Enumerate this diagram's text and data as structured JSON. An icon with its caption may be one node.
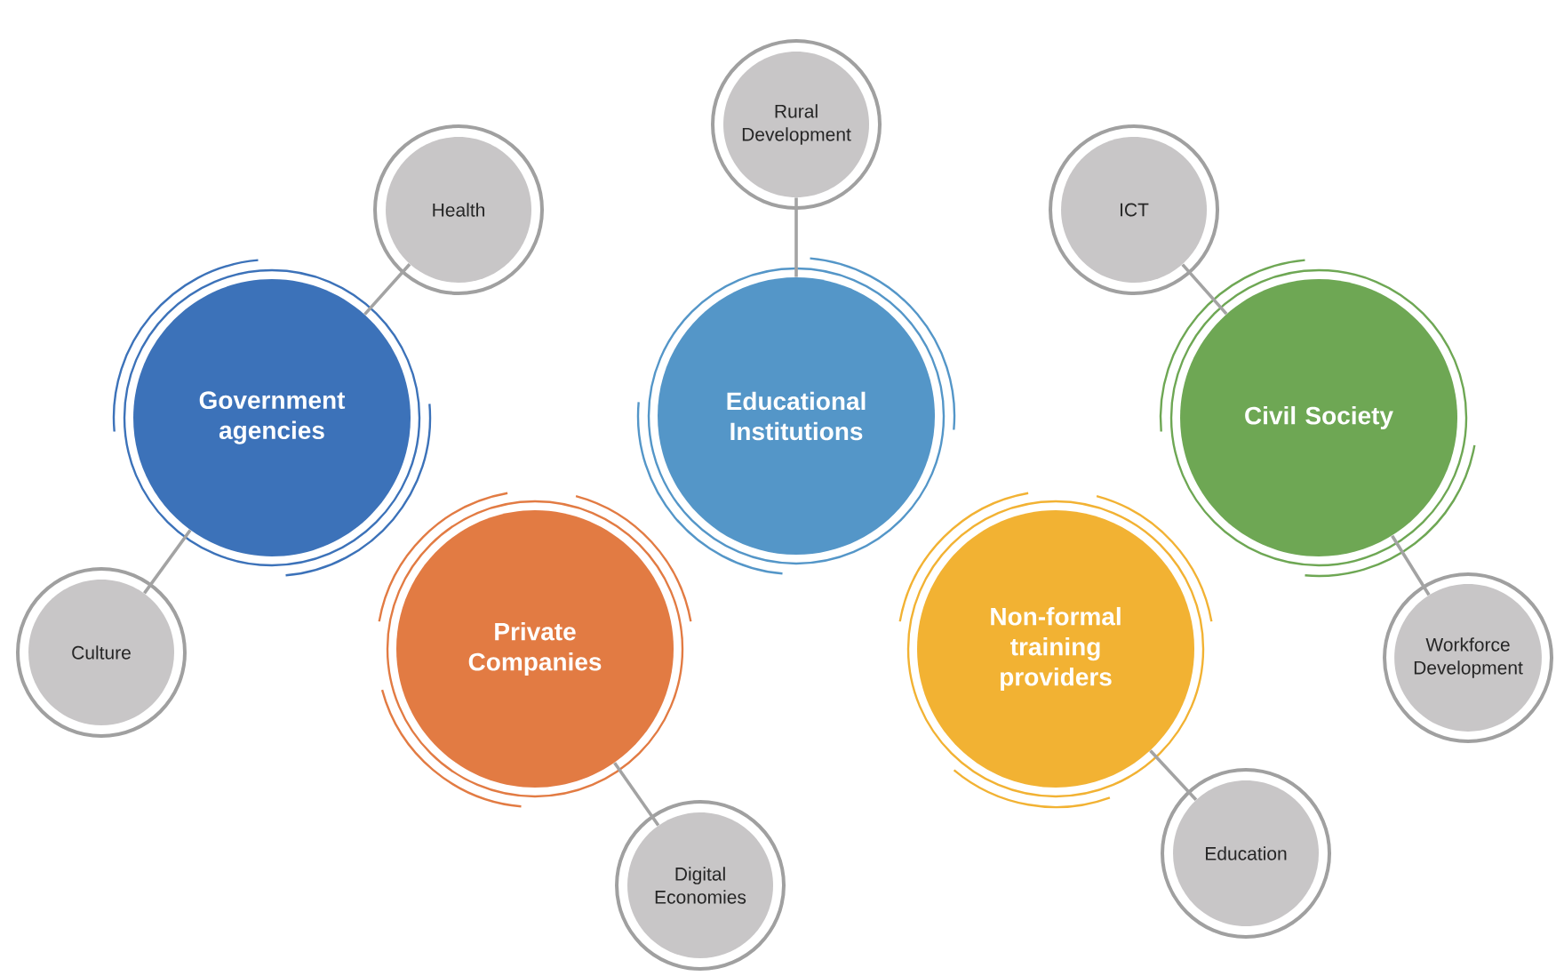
{
  "diagram": {
    "nodes": [
      {
        "text": [
          "Rural Development"
        ]
      },
      {
        "text": [
          "Health"
        ]
      },
      {
        "text": [
          "ICT"
        ]
      },
      {
        "text": [
          "Government agencies"
        ]
      },
      {
        "text": [
          "Educational Institutions"
        ]
      },
      {
        "text": [
          "Civil Society"
        ]
      },
      {
        "text": [
          "Culture"
        ]
      },
      {
        "text": [
          "Private Companies"
        ]
      },
      {
        "text": [
          "Non-formal training providers"
        ]
      },
      {
        "text": [
          "Workforce Development"
        ]
      },
      {
        "text": [
          "Education"
        ]
      },
      {
        "text": [
          "Digital Economies"
        ]
      }
    ],
    "edges": [
      {
        "from": 4,
        "to": 0,
        "arrow": "none"
      },
      {
        "from": 3,
        "to": 1,
        "arrow": "none"
      },
      {
        "from": 5,
        "to": 2,
        "arrow": "none"
      },
      {
        "from": 3,
        "to": 6,
        "arrow": "none"
      },
      {
        "from": 7,
        "to": 11,
        "arrow": "none"
      },
      {
        "from": 8,
        "to": 10,
        "arrow": "none"
      },
      {
        "from": 5,
        "to": 9,
        "arrow": "none"
      }
    ]
  }
}
